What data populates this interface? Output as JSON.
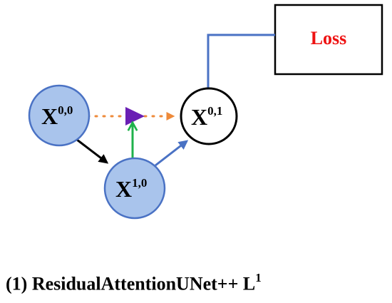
{
  "nodes": {
    "x00": {
      "base": "X",
      "sup": "0,0"
    },
    "x10": {
      "base": "X",
      "sup": "1,0"
    },
    "x01": {
      "base": "X",
      "sup": "0,1"
    }
  },
  "loss": {
    "label": "Loss"
  },
  "caption": {
    "text": "(1) ResidualAttentionUNet++ L",
    "sup": "1"
  },
  "colors": {
    "node_fill": "#a9c4ec",
    "node_stroke": "#4a72c4",
    "blue_arrow": "#4a72c4",
    "orange_dots": "#ee8a3a",
    "green_arrow": "#1fb24b",
    "purple_triangle": "#6a1fb4",
    "loss_text": "#ee1111",
    "black": "#000000"
  }
}
